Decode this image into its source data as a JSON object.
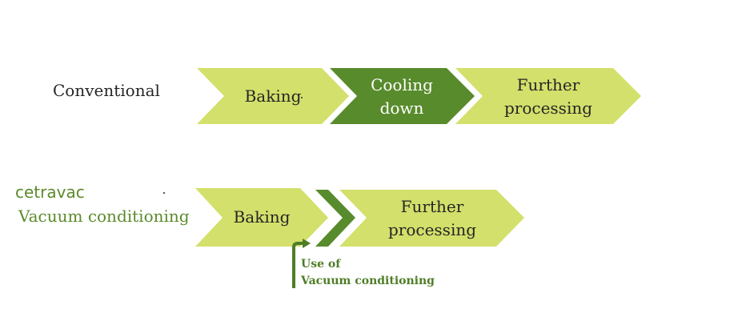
{
  "rows": {
    "conventional": {
      "label": "Conventional",
      "steps": [
        {
          "text": "Baking",
          "style": "light-green"
        },
        {
          "text": "Cooling\ndown",
          "style": "dark-green"
        },
        {
          "text": "Further\nprocessing",
          "style": "light-green"
        }
      ]
    },
    "vacuum": {
      "brand": "cetravac",
      "label": "Vacuum conditioning",
      "steps": [
        {
          "text": "Baking",
          "style": "light-green"
        },
        {
          "text": "",
          "style": "dark-green"
        },
        {
          "text": "Further\nprocessing",
          "style": "light-green"
        }
      ],
      "annotation": "Use of\nVacuum conditioning"
    }
  },
  "colors": {
    "light_green": "#d3e06b",
    "dark_green": "#588b2c",
    "brand_green": "#5c8a2a"
  }
}
